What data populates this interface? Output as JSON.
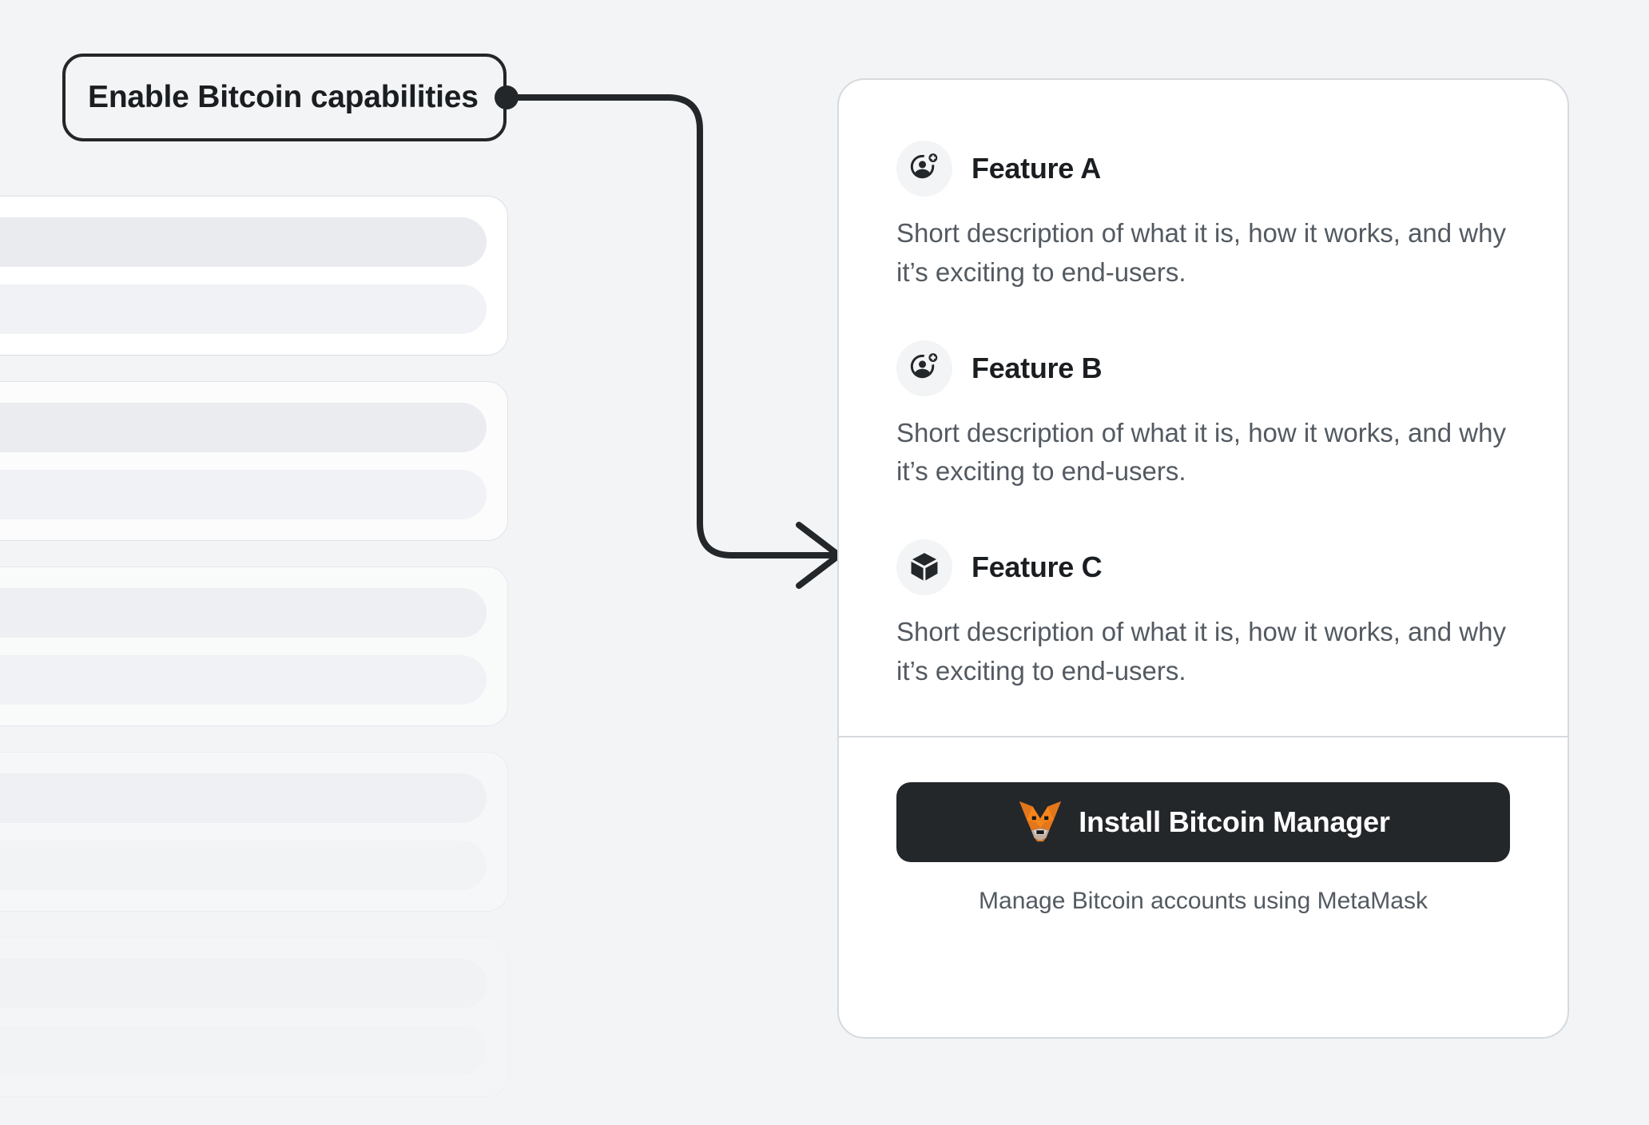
{
  "canvas": {
    "background": "#F2F4F6"
  },
  "annotation": {
    "label": "Enable Bitcoin capabilities",
    "color": "#24272A",
    "connector": {
      "dot": "connector-start-dot",
      "arrow": "connector-arrowhead"
    }
  },
  "skeleton": {
    "cards": [
      {
        "opacity": 1.0
      },
      {
        "opacity": 0.78
      },
      {
        "opacity": 0.55
      },
      {
        "opacity": 0.34
      },
      {
        "opacity": 0.16
      }
    ]
  },
  "card": {
    "border_color": "#D6DADE",
    "features": [
      {
        "icon": "account-add-icon",
        "title": "Feature A",
        "description": "Short description of what it is, how it works, and why it’s exciting to end-users."
      },
      {
        "icon": "account-add-icon",
        "title": "Feature B",
        "description": "Short description of what it is, how it works, and why it’s exciting to end-users."
      },
      {
        "icon": "cube-icon",
        "title": "Feature C",
        "description": "Short description of what it is, how it works, and why it’s exciting to end-users."
      }
    ],
    "footer": {
      "install_label": "Install Bitcoin Manager",
      "install_icon": "metamask-fox-icon",
      "button_color": "#24272A",
      "caption": "Manage Bitcoin accounts using MetaMask"
    }
  }
}
